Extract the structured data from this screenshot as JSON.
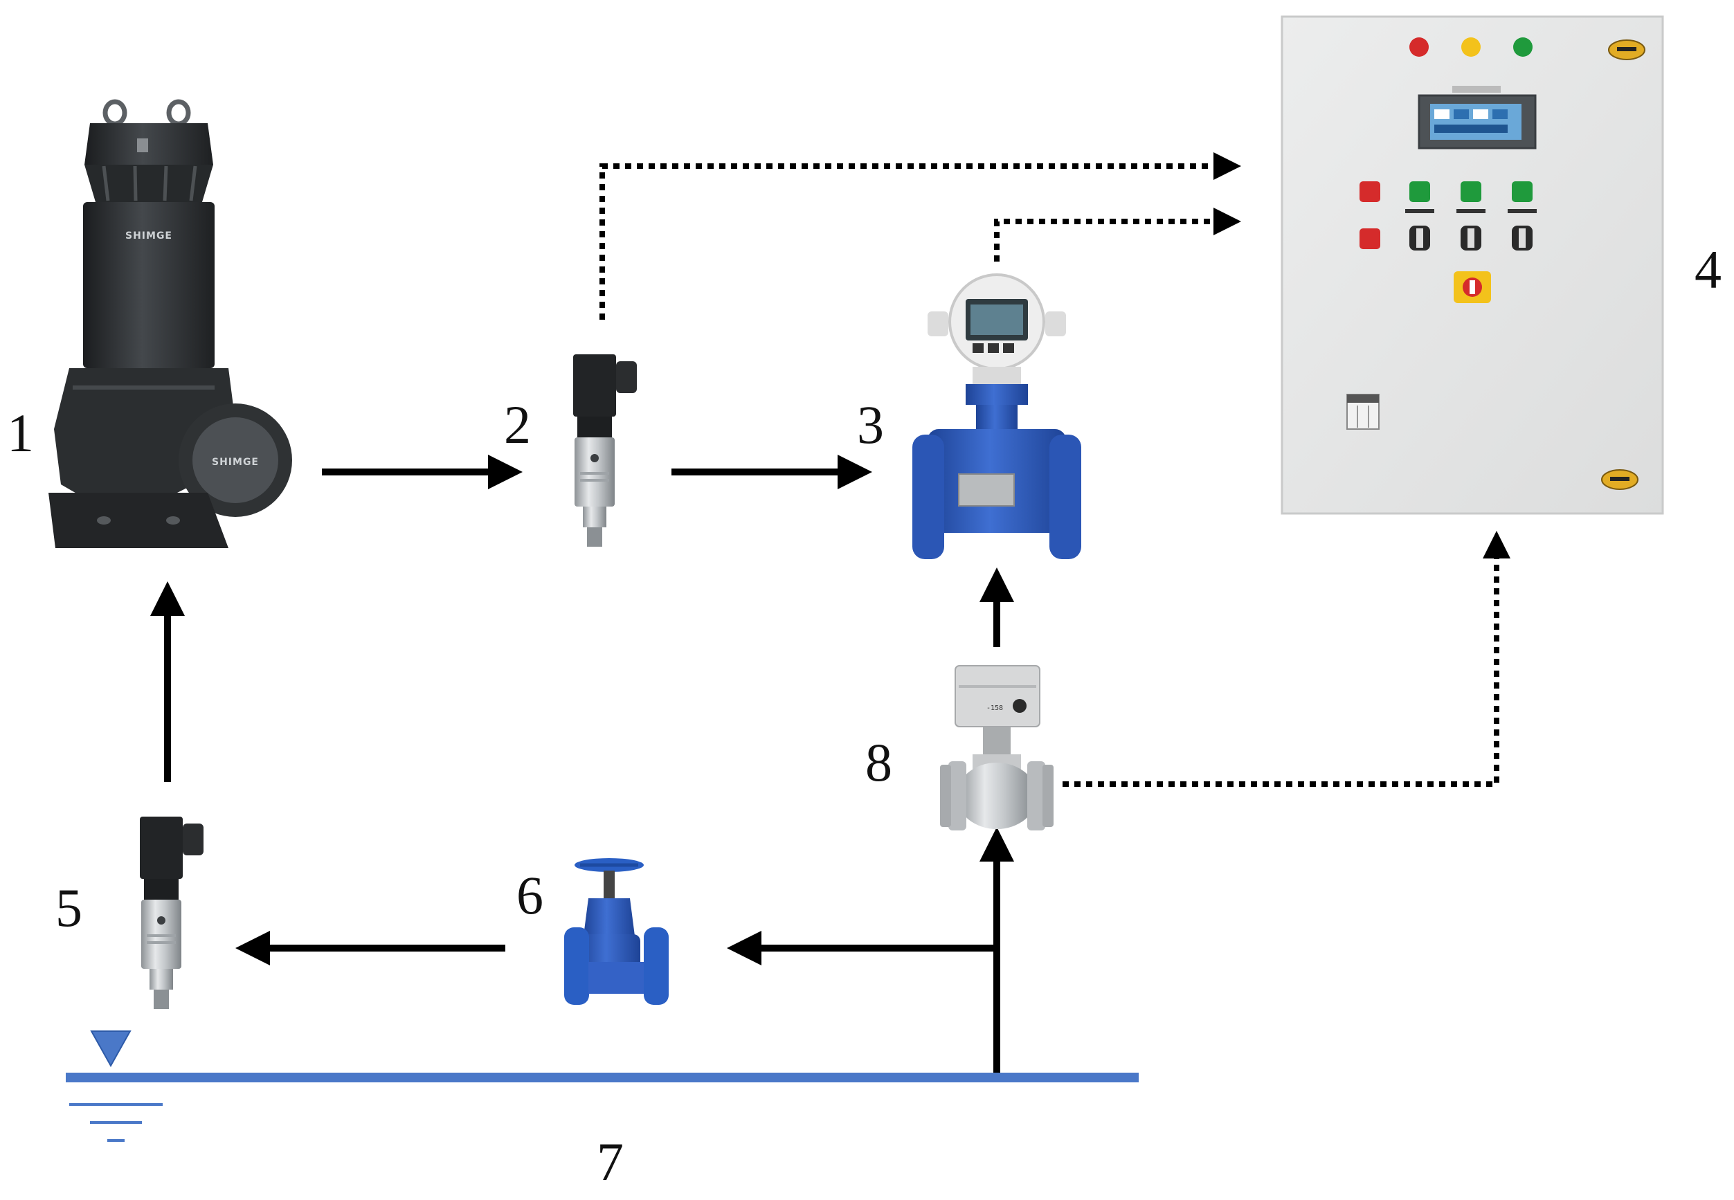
{
  "components": [
    {
      "id": "1",
      "label": "1",
      "icon": "submersible-pump-icon",
      "brand": "SHIMGE"
    },
    {
      "id": "2",
      "label": "2",
      "icon": "pressure-transmitter-icon"
    },
    {
      "id": "3",
      "label": "3",
      "icon": "electromagnetic-flowmeter-icon"
    },
    {
      "id": "4",
      "label": "4",
      "icon": "control-cabinet-icon"
    },
    {
      "id": "5",
      "label": "5",
      "icon": "pressure-transmitter-icon"
    },
    {
      "id": "6",
      "label": "6",
      "icon": "gate-valve-icon"
    },
    {
      "id": "7",
      "label": "7",
      "icon": "water-level-icon"
    },
    {
      "id": "8",
      "label": "8",
      "icon": "electric-ball-valve-icon",
      "readout": "-158"
    }
  ],
  "colors": {
    "pipe_arrow": "#000000",
    "signal_dotted": "#000000",
    "water_line": "#4a78c8",
    "flowmeter_blue": "#2c58b8",
    "valve_blue": "#2a5fc4",
    "pump_dark": "#2a2c2e",
    "cabinet_gray": "#e7e8e8",
    "lamp_red": "#d52b2b",
    "lamp_yellow": "#f3c21b",
    "lamp_green": "#1f9a3c"
  }
}
